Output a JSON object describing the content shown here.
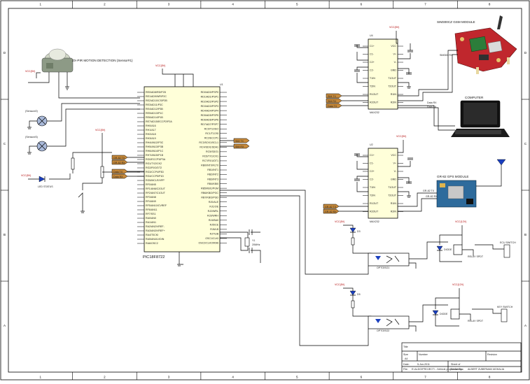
{
  "border": {
    "cols": [
      "1",
      "2",
      "3",
      "4",
      "5",
      "6",
      "7",
      "8"
    ],
    "rows": [
      "D",
      "C",
      "B",
      "A"
    ]
  },
  "labels": {
    "pir": "ZX-PIR MOTION DETECTION (Sensor#1)",
    "sensor2": "(Sensor#2)",
    "sensor3": "(Sensor#3)",
    "led_status": "LED STATUS",
    "mcu_name": "PIC18F8722",
    "mcu_ref": "U1",
    "gsm_title": "SIM300CZ GSM MODULE",
    "gsm_sub": "SIM300 RX",
    "gps_title": "GR-82 GPS MODULE",
    "computer": "COMPUTER",
    "max1": "MAX232",
    "max2": "MAX232",
    "optoiso1": "OPTOISO1",
    "optoiso2": "OPTOISO2",
    "relay1": "RELAY SPDT",
    "relay2": "RELAY SPDT",
    "diode1": "DIODE",
    "diode2": "DIODE",
    "ecu_switch": "ECU SWITCH",
    "key_switch": "KEY SWITCH",
    "vcc": "VCC(5V)",
    "vcc12": "VCC(12V)",
    "gps_tx": "GR-82 TX",
    "gps_rx": "GR-82 RX",
    "gsm_tx": "SIM TX",
    "gsm_rx": "SIM RX",
    "pc_tx": "Data TX",
    "pc_rx": "Data RX",
    "crystal": "Y1",
    "crystal_val": "20MHz"
  },
  "title_block": {
    "title_label": "Title",
    "size_label": "Size",
    "size_value": "A4",
    "number_label": "Number",
    "revision_label": "Revision",
    "date_label": "Date:",
    "date_value": "5-Jun-2011",
    "file_label": "File:",
    "file_value": "E:\\ALDO\\PROJECT\\...\\Vehicle project.SchDoc",
    "sheet_label": "Sheet of",
    "drawn_label": "Drawn By:",
    "drawn_value": "ALBERT ZUBERMAN MOHALIA"
  },
  "mcu_left_pins": [
    "RE0/AD8/RD/P2D",
    "RE1/AD9/WR/P2C",
    "RE2/AD10/CS/P2B",
    "RE3/AD11/P3C",
    "RE4/AD12/P3B",
    "RE5/AD13/P1C",
    "RE6/AD14/P1B",
    "RE7/AD15/ECCP2/P2A",
    "RH0/A16",
    "RH1/A17",
    "RH2/A18",
    "RH3/A19",
    "RH4/AN12/P3C",
    "RH5/AN13/P3B",
    "RH6/AN14/P1C",
    "RH7/AN15/P1B",
    "RG0/ECCP3/P3A",
    "RG1/TX2/CK2",
    "RG2/RX2/DT2",
    "RG3/CCP4/P3D",
    "RG4/CCP5/P1D",
    "RG5/MCLR/VPP",
    "RF0/AN5",
    "RF1/AN6/C2OUT",
    "RF2/AN7/C1OUT",
    "RF3/AN8",
    "RF4/AN9",
    "RF5/AN10/CVREF",
    "RF6/AN11",
    "RF7/SS1",
    "RA0/AN0",
    "RA1/AN1",
    "RA2/AN2/VREF-",
    "RA3/AN3/VREF+",
    "RA4/T0CKI",
    "RA5/AN4/LVDIN",
    "RA6/OSC2"
  ],
  "mcu_right_pins": [
    "RD0/AD0/PSP0",
    "RD1/AD1/PSP1",
    "RD2/AD2/PSP2",
    "RD3/AD3/PSP3",
    "RD4/AD4/PSP4",
    "RD5/AD5/PSP5",
    "RD6/AD6/PSP6",
    "RD7/AD7/PSP7",
    "RC0/T1OSO",
    "RC1/T1OSI",
    "RC2/ECCP1",
    "RC3/SCK1/SCL1",
    "RC4/SDI1/SDA1",
    "RC5/SDO1",
    "RC6/TX1/CK1",
    "RC7/RX1/DT1",
    "RB0/INT0/FLT0",
    "RB1/INT1",
    "RB2/INT2",
    "RB3/INT3",
    "RB4/KBI0",
    "RB5/KBI1/PGM",
    "RB6/KBI2/PGC",
    "RB7/KBI3/PGD",
    "RJ0/ALE",
    "RJ1/OE",
    "RJ2/WRL",
    "RJ3/WRH",
    "RJ4/BA0",
    "RJ5/CE",
    "RJ6/LB",
    "RJ7/UB",
    "OSC1/CLKI",
    "OSC2/CLKO/RA6"
  ],
  "max_pins_left": [
    "C1+",
    "C1-",
    "C2+",
    "C2-",
    "T1IN",
    "T2IN",
    "R1OUT",
    "R2OUT"
  ],
  "max_pins_right": [
    "VCC",
    "V+",
    "V-",
    "GND",
    "T1OUT",
    "T2OUT",
    "R1IN",
    "R2IN"
  ]
}
